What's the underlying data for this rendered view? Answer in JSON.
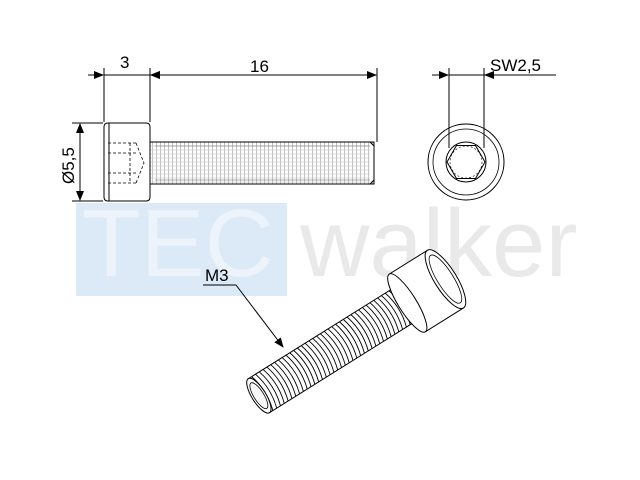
{
  "watermark": {
    "brand_left": "TEC",
    "brand_right": "walker",
    "box_color": "#dce9f6",
    "text_color": "#edf3fa",
    "text_color_right": "#e9e9e9"
  },
  "dimensions": {
    "head_length": "3",
    "thread_length": "16",
    "head_diameter": "Ø5,5",
    "wrench_size": "SW2,5",
    "thread_size": "M3"
  },
  "colors": {
    "line": "#000000",
    "thread_fill": "#b0b0b0"
  }
}
